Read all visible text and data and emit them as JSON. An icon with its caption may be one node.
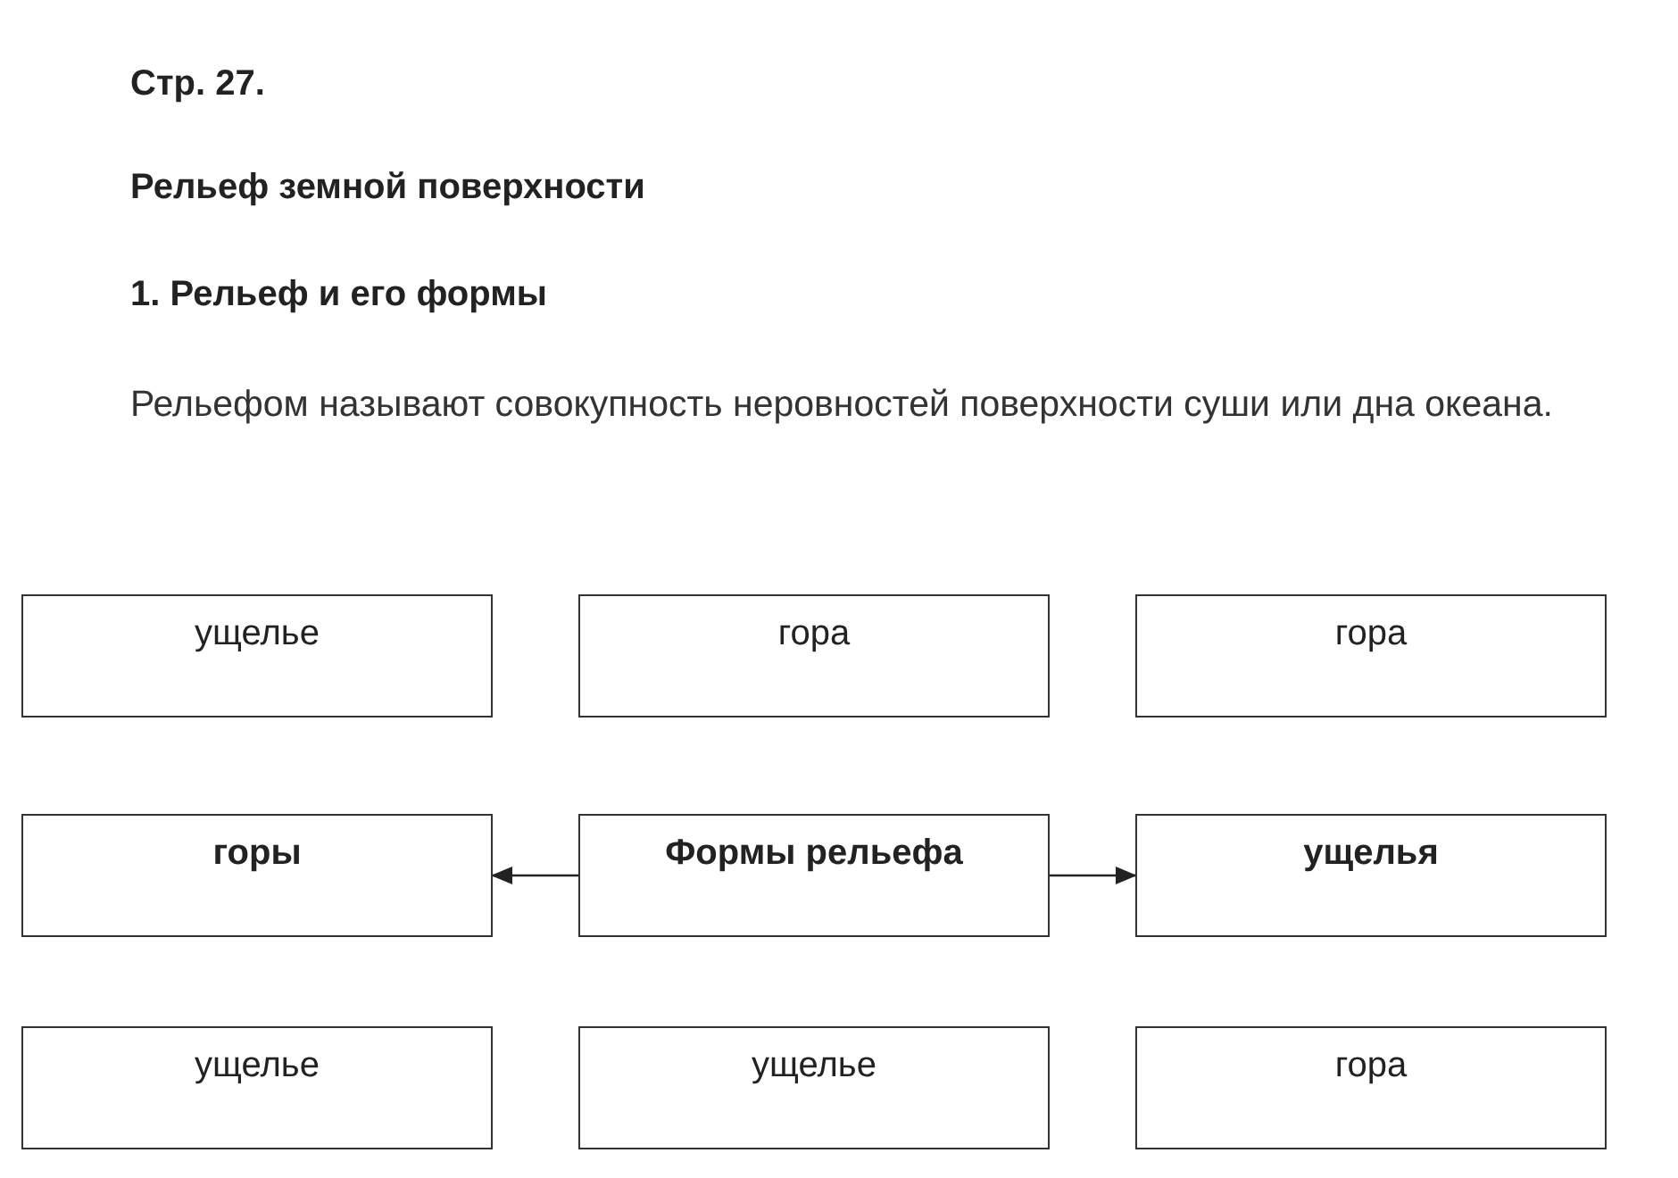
{
  "diagram": {
    "title": "Рельеф земной поверхности",
    "nodes": [
      {
        "text": [
          "ущелье"
        ]
      },
      {
        "text": [
          "гора"
        ]
      },
      {
        "text": [
          "гора"
        ]
      },
      {
        "text": [
          "горы"
        ]
      },
      {
        "text": [
          "Формы рельефа"
        ]
      },
      {
        "text": [
          "ущелья"
        ]
      },
      {
        "text": [
          "ущелье"
        ]
      },
      {
        "text": [
          "ущелье"
        ]
      },
      {
        "text": [
          "гора"
        ]
      }
    ],
    "edges": [
      {
        "from": 4,
        "to": 3,
        "arrow": "to"
      },
      {
        "from": 4,
        "to": 5,
        "arrow": "to"
      }
    ],
    "labels": [
      "Стр. 27.",
      "1. Рельеф и его формы",
      "Рельефом называют совокупность неровностей поверхности суши или дна океана."
    ]
  }
}
